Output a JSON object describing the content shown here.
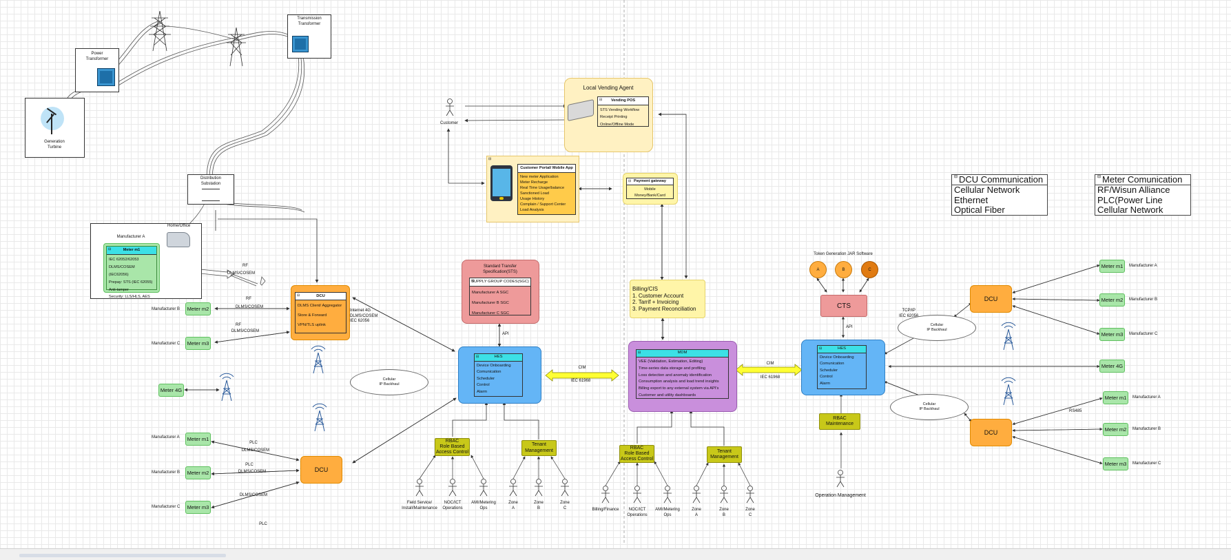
{
  "power": {
    "generation_turbine": "Generation\nTurbine",
    "power_transformer": "Power\nTransformer",
    "transmission_transformer": "Transmission\nTransformer",
    "distribution_substation": "Distribution\nSubstation",
    "home_office": "Home/Office"
  },
  "manufacturer_a_group": {
    "title": "Manufacturer A",
    "meter_title": "Meter m1",
    "items": [
      "IEC 62052/62053",
      "DLMS/COSEM (IEC62056)",
      "Prepay: STS (IEC 62055)",
      "Anti-tamper",
      "Security: LLS/HLS, AES"
    ]
  },
  "dcu_top": {
    "title": "DCU",
    "items": [
      "DLMS Client/ Aggregator",
      "Store & Forward",
      "VPN/TLS uplink"
    ]
  },
  "left_links": {
    "rf_a": "RF",
    "dlms_a": "DLMS/COSEM",
    "rf_b": "RF",
    "dlms_b": "DLMS/COSEM",
    "rf_c": "RF",
    "dlms_c": "DLMS/COSEM",
    "uplink": "Internet 4G\nDLMS/COSEM\nIEC 62056",
    "plc_a": "PLC",
    "dlms_plc_a": "DLMS/COSEM",
    "plc_b": "PLC",
    "dlms_plc_b": "DLMS/COSEM",
    "dlms_plc_c": "DLMS/COSEM",
    "plc_bottom": "PLC"
  },
  "left_meters": {
    "m2_label": "Meter m2",
    "m3_label": "Meter m3",
    "m4g_label": "Meter 4G",
    "mfr_b": "Manufacturer B",
    "mfr_c": "Manufacturer C",
    "bottom_m1": "Meter m1",
    "bottom_m2": "Meter m2",
    "bottom_m3": "Meter m3",
    "bottom_mfr_a": "Manufacturer A",
    "bottom_mfr_b": "Manufacturer B",
    "bottom_mfr_c": "Manufacturer C",
    "dcu_bottom": "DCU"
  },
  "cloud_left": "Cellular\nIP Backhaul",
  "customer": "Customer",
  "vending": {
    "agent_title": "Local Vending Agent",
    "pos_title": "Vending POS",
    "items": [
      "STS Vending Workflow",
      "Receipt Printing",
      "Online/Offline Mode"
    ]
  },
  "portal": {
    "title": "Customer Portal/ Mobile App",
    "items": [
      "New meter Application",
      "Meter Recharge",
      "Real Time Usage/balance",
      "Sanctioned Load",
      "Usage History",
      "Complain / Support Center",
      "Load Analysis"
    ]
  },
  "payment": {
    "title": "Payment gateway",
    "items": [
      "Mobile",
      "Money/Bank/Card"
    ]
  },
  "sts": {
    "title": "Standard Transfer\nSpecification(STS)",
    "sgc_title": "SUPPLY GROUP CODES(SGC)",
    "items": [
      "Manufacturer A SGC",
      "Manufacturer B SGC",
      "Manufacturer C SGC"
    ]
  },
  "api_left": "API",
  "hes_left": {
    "title": "HES",
    "items": [
      "Device Onboarding",
      "Comunication",
      "Scheduler",
      "Control",
      "Alarm"
    ]
  },
  "cim_left": "CIM",
  "iec_left": "IEC 61968",
  "billing": {
    "title": "Billing/CIS",
    "items": [
      "1.  Customer Account",
      "2. Tarrif + Invoicing",
      "3. Payment Reconciliation"
    ]
  },
  "mdm": {
    "title": "MDM",
    "items": [
      "VEE (Validation, Estimation, Editing)",
      "Time-series data storage and profiling",
      "Loss detection and anomaly identification",
      "Consumption analysis and load trend insights",
      "Billing export to any external system via API's",
      "Customer and utility dashboards"
    ]
  },
  "cim_right": "CIM",
  "iec_right": "IEC 61968",
  "rbac_left": "RBAC\nRole Based\nAccess Control",
  "tenant_left": "Tenant\nManagement",
  "rbac_mid": "RBAC\nRole Based\nAccess Control",
  "tenant_mid": "Tenant\nManagement",
  "actors_left": [
    "Field Service/\nInstall/Maintenance",
    "NOC/ICT\nOperations",
    "AMI/Metering\nOps",
    "Zone\nA",
    "Zone\nB",
    "Zone\nC"
  ],
  "actors_mid": [
    "Billing/Finance",
    "NOC/ICT\nOperations",
    "AMI/Metering\nOps",
    "Zone\nA",
    "Zone\nB",
    "Zone\nC"
  ],
  "token": {
    "title": "Token Generation JAR Software",
    "circles": [
      "A",
      "B",
      "C"
    ],
    "cts": "CTS",
    "api": "API"
  },
  "hes_right": {
    "title": "HES",
    "items": [
      "Device Onboarding",
      "Comunication",
      "Scheduler",
      "Control",
      "Alarm"
    ]
  },
  "rbac_right": "RBAC\nMaintenance",
  "operation_management": "Operation Management",
  "right_net": {
    "tcp_ip": "TCP/IP\nIEC 62056",
    "cloud_top": "Cellular\nIP Backhaul",
    "cloud_bottom": "Cellular\nIP Backhaul",
    "rs485": "RS485",
    "dcu_top": "DCU",
    "dcu_bottom": "DCU"
  },
  "right_meters": {
    "top": [
      "Meter m1",
      "Meter m2",
      "Meter m3"
    ],
    "top_mfr": [
      "Manufacturer A",
      "Manufacturer B",
      "Manufacturer C"
    ],
    "m4g": "Meter 4G",
    "bottom": [
      "Meter m1",
      "Meter m2",
      "Meter m3"
    ],
    "bottom_mfr": [
      "Manufacturer A",
      "Manufacturer B",
      "Manufacturer C"
    ]
  },
  "legend_dcu": {
    "title": "DCU Communication",
    "items": [
      "Cellular Network",
      "Ethernet",
      "Optical Fiber"
    ]
  },
  "legend_meter": {
    "title": "Meter Comunication",
    "items": [
      "RF/Wisun Alliance",
      "PLC(Power Line",
      "Cellular Network"
    ]
  },
  "colors": {
    "meter_green": "#a9e6a9",
    "dcu_orange": "#ffad3f",
    "hes_blue": "#64b5f6",
    "mdm_purple": "#c98fdc",
    "sts_red": "#ee9a9a",
    "billing_yellow": "#fff3a6",
    "olive": "#c8c819",
    "cim_arrow": "#ffff33"
  }
}
